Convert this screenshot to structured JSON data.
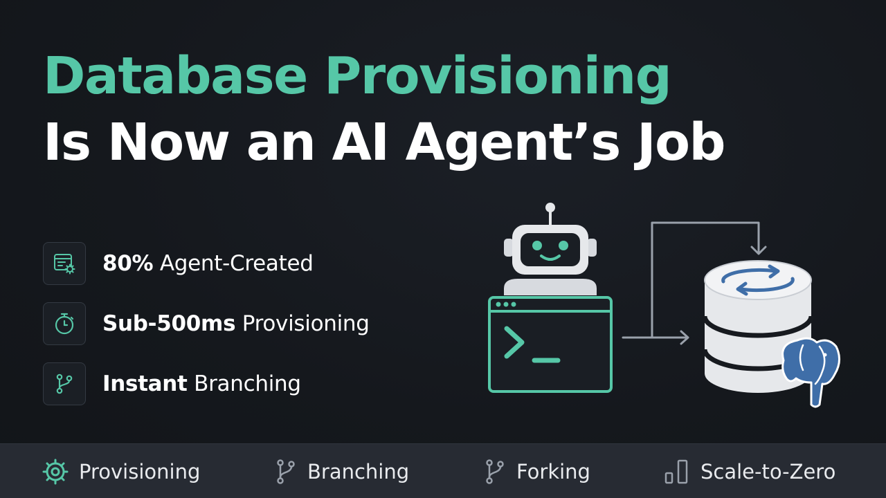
{
  "title": {
    "line1": "Database Provisioning",
    "line2": "Is Now an AI Agent’s Job"
  },
  "features": [
    {
      "icon": "database-settings-icon",
      "bold": "80%",
      "rest": " Agent-Created"
    },
    {
      "icon": "stopwatch-icon",
      "bold": "Sub-500ms",
      "rest": " Provisioning"
    },
    {
      "icon": "branch-icon",
      "bold": "Instant",
      "rest": " Branching"
    }
  ],
  "illustration": {
    "robot_icon": "robot-icon",
    "terminal_icon": "terminal-icon",
    "terminal_prompt": ">_",
    "database_icon": "database-sync-icon",
    "postgres_icon": "postgresql-elephant-icon"
  },
  "bottom_bar": [
    {
      "icon": "gear-icon",
      "label": "Provisioning"
    },
    {
      "icon": "branch-icon",
      "label": "Branching"
    },
    {
      "icon": "fork-icon",
      "label": "Forking"
    },
    {
      "icon": "scale-bars-icon",
      "label": "Scale-to-Zero"
    }
  ],
  "colors": {
    "background": "#14171c",
    "accent": "#56c7a7",
    "text": "#ffffff",
    "bar": "#272b33",
    "icon_outline": "#343a43",
    "db_blue": "#3f6ea8"
  }
}
